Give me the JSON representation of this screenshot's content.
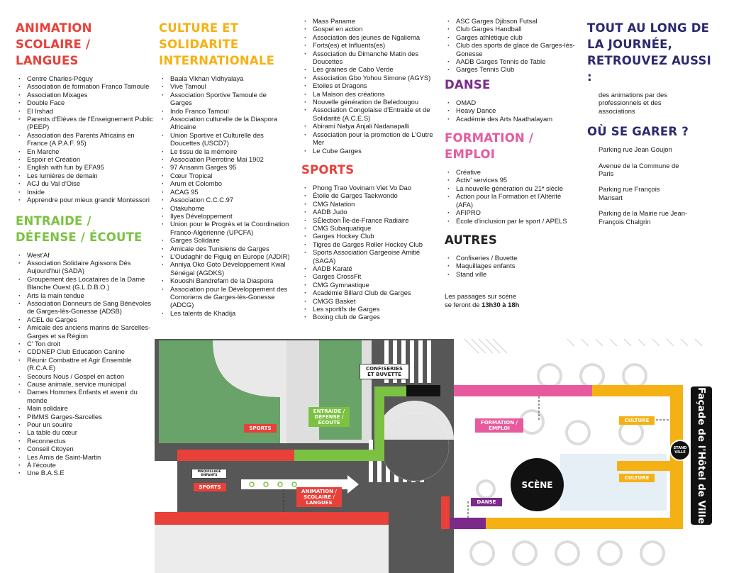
{
  "sections": {
    "animation": {
      "title": "ANIMATION SCOLAIRE / LANGUES",
      "items": [
        "Centre Charles-Péguy",
        "Association de formation Franco Tamoule",
        "Association Mixages",
        "Double Face",
        "El Irshad",
        "Parents d'Elèves de l'Enseignement Public (PEEP)",
        "Association des Parents Africains en France (A.P.A.F. 95)",
        "En Marche",
        "Espoir et Création",
        "English with fun by EFA95",
        "Les lumières de demain",
        "ACJ du Val d'Oise",
        "Inside",
        "Apprendre pour mieux grandir Montessori"
      ]
    },
    "entraide": {
      "title": "ENTRAIDE / DÉFENSE / ÉCOUTE",
      "items": [
        "West'Af",
        "Association Solidaire Agissons Dès Aujourd'hui (SADA)",
        "Groupement des Locataires de la Dame Blanche Ouest (G.L.D.B.O.)",
        "Arts la main tendue",
        "Association Donneurs de Sang Bénévoles de Garges-lès-Gonesse (ADSB)",
        "ACEL de Garges",
        "Amicale des anciens marins de Sarcelles-Garges et sa Région",
        "C' Ton droit",
        "CDDNEP Club Education Canine",
        "Réunir Combattre et Agir Ensemble (R.C.A.E)",
        "Secours Nous / Gospel en action",
        "Cause animale, service municipal",
        "Dames Hommes Enfants et avenir du monde",
        "Main solidaire",
        "PIMMS Garges-Sarcelles",
        "Pour un sourire",
        "La table du cœur",
        "Reconnectus",
        "Conseil Citoyen",
        "Les Amis de Saint-Martin",
        "À l'écoute",
        "Une B.A.S.E"
      ]
    },
    "culture": {
      "title": "CULTURE ET SOLIDARITE INTERNATIONALE",
      "items": [
        "Baala Vikhan Vidhyalaya",
        "Vive Tamoul",
        "Association Sportive Tamoule de Garges",
        "Indo Franco Tamoul",
        "Association culturelle de la Diaspora Africaine",
        "Union Sportive et Culturelle des Doucettes (USCD7)",
        "Le tissu de la mémoire",
        "Association Pierrotine Mai 1902",
        "97 Ansanm Garges 95",
        "Cœur Tropical",
        "Arum et Colombo",
        "ACAG 95",
        "Association C.C.C.97",
        "Otakuhome",
        "Ilyes Développement",
        "Union pour le Progrès et la Coordination Franco-Algérienne (UPCFA)",
        "Garges Solidaire",
        "Amicale des Tunisiens de Garges",
        "L'Oudaghir de Figuig en Europe (AJDIR)",
        "Anniya Oko Goto Développement Kwal Sénégal (AGDKS)",
        "Kouoshi Bandrefam de la Diaspora",
        "Association pour le Développement des Comoriens de Garges-lès-Gonesse (ADCG)",
        "Les talents de Khadija"
      ]
    },
    "culture_cont": {
      "items": [
        "Mass Paname",
        "Gospel en action",
        "Association des jeunes de Ngaliema",
        "Forts(es) et Influents(es)",
        "Association du Dimanche Matin des Doucettes",
        "Les graines de Cabo Verde",
        "Association Gbo Yohou Simone (AGYS)",
        "Etoiles et Dragons",
        "La Maison des créations",
        "Nouvelle génération de Beledougou",
        "Association Congolaise d'Entraide et de Solidarité (A.C.E.S)",
        "Abirami Natya Anjali Nadanapalli",
        "Association pour la promotion de L'Outre Mer",
        "Le Cube Garges"
      ]
    },
    "sports": {
      "title": "SPORTS",
      "items": [
        "Phong Trao Vovinam Viet Vo Dao",
        "Étoile de Garges Taekwondo",
        "CMG Natation",
        "AADB Judo",
        "SÉlection Île-de-France Radiaire",
        "CMG Subaquatique",
        "Garges Hockey Club",
        "Tigres de Garges Roller Hockey Club",
        "Sports Association Gargeoise Amitié (SAGA)",
        "AADB Karaté",
        "Garges CrossFit",
        "CMG Gymnastique",
        "Académie Billard Club de Garges",
        "CMGG Basket",
        "Les sportifs de Garges",
        "Boxing club de Garges"
      ]
    },
    "sports_cont": {
      "items": [
        "ASC Garges Djibson Futsal",
        "Club Garges Handball",
        "Garges athlétique club",
        "Club des sports de glace de Garges-lès-Gonesse",
        "AADB Garges Tennis de Table",
        "Garges Tennis Club"
      ]
    },
    "danse": {
      "title": "DANSE",
      "items": [
        "OMAD",
        "Heavy Dance",
        "Académie des Arts Naathalayam"
      ]
    },
    "formation": {
      "title": "FORMATION / EMPLOI",
      "items": [
        "Créative",
        "Activ' services 95",
        "La nouvelle génération du 21ᵉ siècle",
        "Action pour la Formation et l'Altérité (AFA)",
        "AFIPRO",
        "École d'inclusion par le sport / APELS"
      ]
    },
    "autres": {
      "title": "AUTRES",
      "items": [
        "Confiseries / Buvette",
        "Maquillages enfants",
        "Stand ville"
      ],
      "note_prefix": "Les passages sur scène",
      "note_line2": "se feront de ",
      "note_hours": "13h30 à 18h"
    },
    "journee": {
      "title": "TOUT AU LONG DE LA JOURNÉE, RETROUVEZ AUSSI :",
      "items": [
        "des animations par des professionnels et des associations"
      ]
    },
    "garer": {
      "title": "OÙ SE GARER ?",
      "items": [
        "Parking rue Jean Goujon",
        "Avenue de la Commune de Paris",
        "Parking rue François Mansart",
        "Parking de la Mairie rue Jean-François Chalgrin"
      ]
    }
  },
  "map": {
    "labels": {
      "confiseries": "CONFISERIES ET BUVETTE",
      "entraide": "ENTRAIDE / DÉFENSE / ÉCOUTE",
      "sports1": "SPORTS",
      "sports2": "SPORTS",
      "maquillage": "MAQUILLAGE ENFANTS",
      "animation": "ANIMATION / SCOLAIRE / LANGUES",
      "formation": "FORMATION / EMPLOI",
      "culture1": "CULTURE",
      "culture2": "CULTURE",
      "danse": "DANSE",
      "scene": "SCÈNE",
      "stand_ville": "STAND VILLE",
      "facade": "Façade de l'Hôtel de Ville"
    }
  },
  "colors": {
    "red": "#e8413a",
    "yellow": "#f5b114",
    "green": "#7cc242",
    "pink": "#e85a9e",
    "purple": "#7b2a8a",
    "navy": "#2c2a6e"
  }
}
